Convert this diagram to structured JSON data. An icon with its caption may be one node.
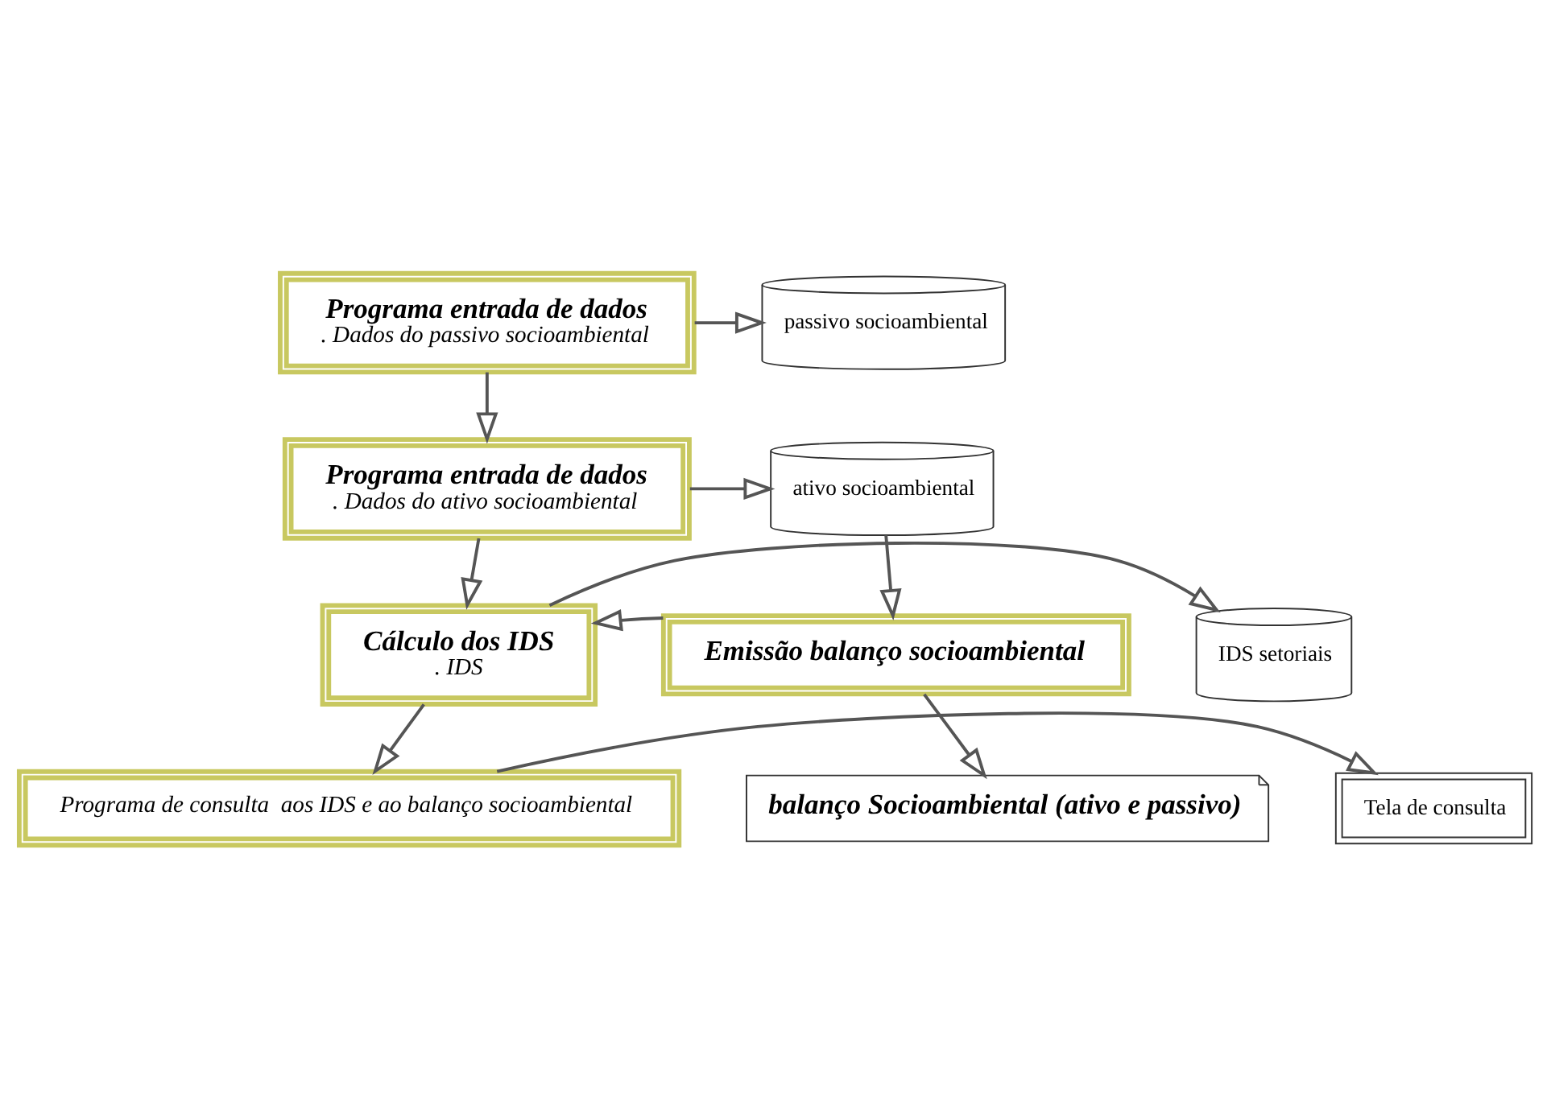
{
  "diagram": {
    "nodes": [
      {
        "text": [
          "Programa entrada de dados",
          ". Dados do passivo socioambiental"
        ]
      },
      {
        "text": [
          "passivo socioambiental"
        ]
      },
      {
        "text": [
          "Programa entrada de dados",
          ". Dados do ativo socioambiental"
        ]
      },
      {
        "text": [
          "ativo socioambiental"
        ]
      },
      {
        "text": [
          "IDS setoriais"
        ]
      },
      {
        "text": [
          "Cálculo dos IDS",
          ". IDS"
        ]
      },
      {
        "text": [
          "Emissão balanço socioambiental"
        ]
      },
      {
        "text": [
          "Tela de consulta"
        ]
      },
      {
        "text": [
          "Programa de consulta  aos IDS e ao balanço socioambiental"
        ]
      },
      {
        "text": [
          "balanço Socioambiental (ativo e passivo)"
        ]
      }
    ],
    "edges": [
      {
        "from": 0,
        "to": 1,
        "arrow": "to"
      },
      {
        "from": 0,
        "to": 2,
        "arrow": "to"
      },
      {
        "from": 2,
        "to": 3,
        "arrow": "to"
      },
      {
        "from": 2,
        "to": 5,
        "arrow": "to"
      },
      {
        "from": 3,
        "to": 6,
        "arrow": "to"
      },
      {
        "from": 6,
        "to": 5,
        "arrow": "to"
      },
      {
        "from": 5,
        "to": 4,
        "arrow": "to"
      },
      {
        "from": 5,
        "to": 8,
        "arrow": "to"
      },
      {
        "from": 8,
        "to": 7,
        "arrow": "to"
      },
      {
        "from": 6,
        "to": 9,
        "arrow": "to"
      }
    ]
  }
}
